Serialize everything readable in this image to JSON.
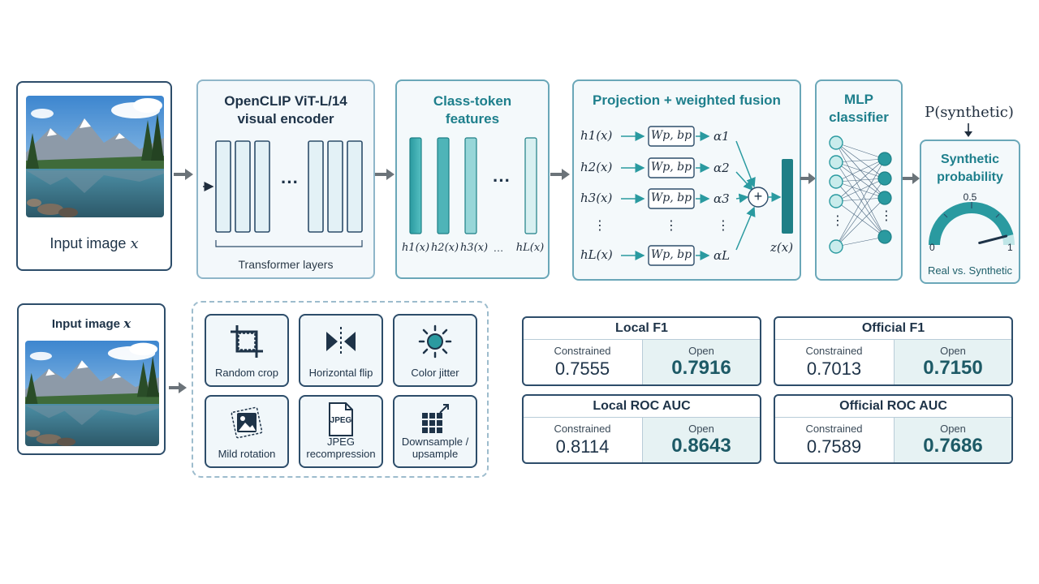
{
  "pipeline": {
    "input": {
      "label": "Input image",
      "symbol": "x"
    },
    "encoder": {
      "title_line1": "OpenCLIP ViT-L/14",
      "title_line2": "visual encoder",
      "ellipsis": "···",
      "caption": "Transformer layers"
    },
    "features": {
      "title_line1": "Class-token",
      "title_line2": "features",
      "ellipsis": "···",
      "labels": [
        "h1(x)",
        "h2(x)",
        "h3(x)",
        "…",
        "hL(x)"
      ]
    },
    "fusion": {
      "title": "Projection + weighted fusion",
      "rows": [
        {
          "h": "h1(x)",
          "w": "Wp, bp",
          "a": "α1"
        },
        {
          "h": "h2(x)",
          "w": "Wp, bp",
          "a": "α2"
        },
        {
          "h": "h3(x)",
          "w": "Wp, bp",
          "a": "α3"
        },
        {
          "h": "⋮",
          "w": "⋮",
          "a": "⋮"
        },
        {
          "h": "hL(x)",
          "w": "Wp, bp",
          "a": "αL"
        }
      ],
      "plus": "+",
      "output": "z(x)"
    },
    "mlp": {
      "title_line1": "MLP",
      "title_line2": "classifier",
      "dots": "⋮"
    },
    "probability": {
      "header": "P(synthetic)",
      "title_line1": "Synthetic",
      "title_line2": "probability",
      "gauge_mid": "0.5",
      "gauge_min": "0",
      "gauge_max": "1",
      "caption": "Real vs. Synthetic",
      "needle_value": 0.92
    }
  },
  "augment": {
    "input_label": "Input image",
    "input_symbol": "x",
    "tiles": [
      {
        "label": "Random crop",
        "icon": "crop-icon"
      },
      {
        "label": "Horizontal flip",
        "icon": "flip-icon"
      },
      {
        "label": "Color jitter",
        "icon": "sun-icon"
      },
      {
        "label": "Mild rotation",
        "icon": "rotate-image-icon"
      },
      {
        "label": "JPEG\nrecompression",
        "icon": "jpeg-file-icon",
        "icon_text": "JPEG"
      },
      {
        "label": "Downsample /\nupsample",
        "icon": "grid-resize-icon"
      }
    ]
  },
  "metrics": [
    {
      "title": "Local F1",
      "constrained_label": "Constrained",
      "constrained": "0.7555",
      "open_label": "Open",
      "open": "0.7916"
    },
    {
      "title": "Official F1",
      "constrained_label": "Constrained",
      "constrained": "0.7013",
      "open_label": "Open",
      "open": "0.7150"
    },
    {
      "title": "Local ROC AUC",
      "constrained_label": "Constrained",
      "constrained": "0.8114",
      "open_label": "Open",
      "open": "0.8643"
    },
    {
      "title": "Official ROC AUC",
      "constrained_label": "Constrained",
      "constrained": "0.7589",
      "open_label": "Open",
      "open": "0.7686"
    }
  ],
  "colors": {
    "navy": "#2d4d6a",
    "teal": "#2a9aa0",
    "teal_light": "#cfeef0",
    "arrow": "#6b7379"
  }
}
